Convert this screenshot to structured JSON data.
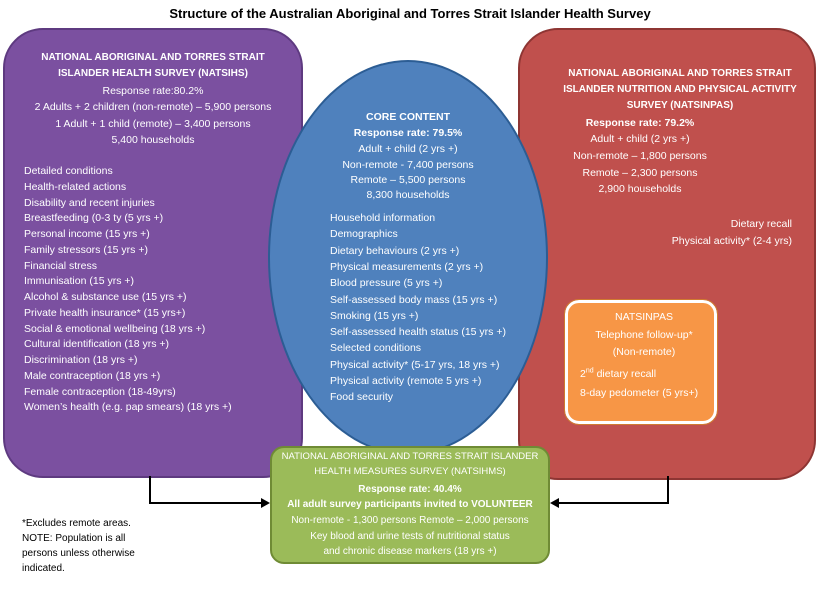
{
  "title": "Structure of the Australian Aboriginal and Torres Strait Islander Health Survey",
  "natsihs": {
    "heading": [
      "NATIONAL ABORIGINAL AND TORRES STRAIT",
      "ISLANDER HEALTH SURVEY (NATSIHS)"
    ],
    "stats": [
      "Response rate:80.2%",
      "2 Adults + 2 children (non-remote) – 5,900 persons",
      "1 Adult + 1 child (remote) – 3,400 persons",
      "5,400 households"
    ],
    "items": [
      "Detailed conditions",
      "Health-related actions",
      "Disability and recent injuries",
      "Breastfeeding (0-3 ty (5 yrs +)",
      "Personal income (15 yrs +)",
      "Family stressors (15 yrs +)",
      "Financial stress",
      "Immunisation (15 yrs +)",
      "Alcohol & substance use (15 yrs +)",
      "Private health insurance* (15 yrs+)",
      "Social & emotional wellbeing (18 yrs +)",
      "Cultural identification (18 yrs +)",
      "Discrimination (18 yrs +)",
      "Male contraception (18 yrs +)",
      "Female contraception (18-49yrs)",
      "Women’s health (e.g. pap smears) (18 yrs +)"
    ]
  },
  "core": {
    "heading": "CORE CONTENT",
    "response": "Response rate: 79.5%",
    "stats": [
      "Adult + child (2 yrs +)",
      "Non-remote -  7,400 persons",
      "Remote – 5,500 persons",
      "8,300 households"
    ],
    "items": [
      "Household information",
      "Demographics",
      "Dietary behaviours (2 yrs +)",
      "Physical measurements (2 yrs +)",
      "Blood pressure (5 yrs +)",
      "Self-assessed body mass (15 yrs +)",
      "Smoking (15 yrs +)",
      "Self-assessed health status (15 yrs +)",
      "Selected conditions",
      "Physical activity* (5-17 yrs, 18 yrs  +)",
      "Physical activity (remote 5 yrs  +)",
      "Food security"
    ]
  },
  "natsinpas": {
    "heading": [
      "NATIONAL ABORIGINAL AND TORRES STRAIT",
      "ISLANDER NUTRITION AND PHYSICAL ACTIVITY",
      "SURVEY (NATSINPAS)"
    ],
    "response": "Response rate: 79.2%",
    "stats": [
      "Adult + child (2 yrs +)",
      "Non-remote – 1,800 persons",
      "Remote – 2,300 persons",
      "2,900 households"
    ],
    "items": [
      "Dietary recall",
      "Physical activity* (2-4 yrs)"
    ]
  },
  "followup": {
    "heading": "NATSINPAS",
    "sub": [
      "Telephone follow-up*",
      "(Non-remote)"
    ],
    "line1_num": "2",
    "line1_sup": "nd",
    "line1_rest": "dietary recall",
    "line2": "8-day pedometer (5 yrs+)"
  },
  "natsihms": {
    "heading": [
      "NATIONAL ABORIGINAL AND TORRES STRAIT ISLANDER",
      "HEALTH MEASURES SURVEY  (NATSIHMS)"
    ],
    "response": "Response rate: 40.4%",
    "volunteer": "All adult survey participants invited to VOLUNTEER",
    "persons": "Non-remote - 1,300 persons    Remote – 2,000 persons",
    "tests": [
      "Key blood and urine tests of nutritional status",
      "and chronic disease markers (18 yrs +)"
    ]
  },
  "notes": [
    "*Excludes remote areas.",
    "NOTE: Population is all persons unless otherwise indicated."
  ],
  "colors": {
    "purple": "#7b50a0",
    "red": "#c0504d",
    "blue": "#4f81bd",
    "orange": "#f79646",
    "green": "#9bbb59"
  }
}
